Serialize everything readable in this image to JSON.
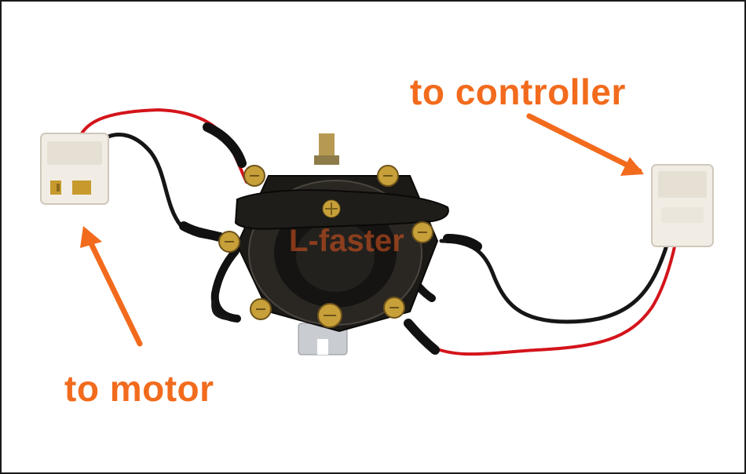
{
  "image": {
    "subject": "rotary-switch-with-wire-connectors",
    "icons": [
      "arrow-icon",
      "connector-icon",
      "rotary-switch-icon"
    ]
  },
  "labels": {
    "to_controller": "to controller",
    "to_motor": "to motor"
  },
  "watermark": {
    "text": "L-faster"
  },
  "colors": {
    "label": "#f26b1d",
    "arrow": "#f26b1d",
    "watermark": "#e0571f",
    "wire_red": "#d4141b",
    "wire_black": "#161616",
    "connector": "#f1ede5",
    "switch_body": "#1c1a17",
    "terminal_brass": "#c8a03a",
    "border": "#1a1a1a"
  }
}
